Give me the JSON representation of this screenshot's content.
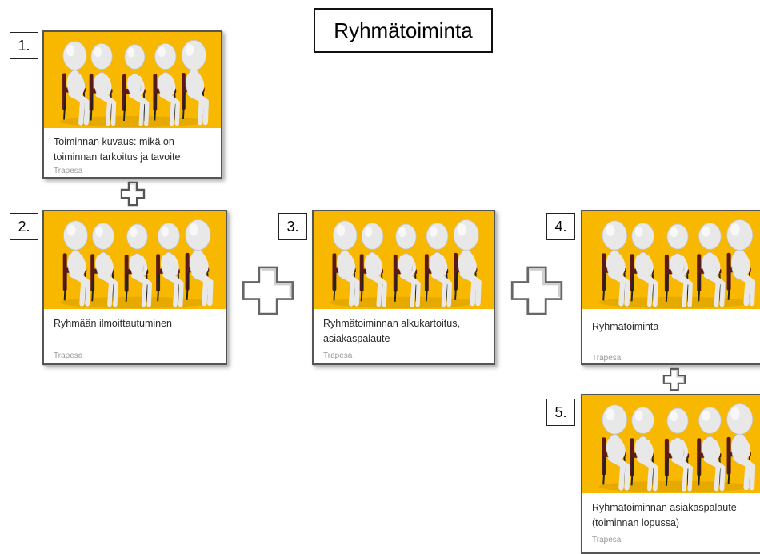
{
  "title": "Ryhmätoiminta",
  "cards": [
    {
      "number": "1.",
      "caption": "Toiminnan kuvaus: mikä on toiminnan tarkoitus ja tavoite",
      "source": "Trapesa"
    },
    {
      "number": "2.",
      "caption": "Ryhmään ilmoittautuminen",
      "source": "Trapesa"
    },
    {
      "number": "3.",
      "caption": "Ryhmätoiminnan alkukartoitus, asiakaspalaute",
      "source": "Trapesa"
    },
    {
      "number": "4.",
      "caption": "Ryhmätoiminta",
      "source": "Trapesa"
    },
    {
      "number": "5.",
      "caption": "Ryhmätoiminnan asiakaspalaute (toiminnan lopussa)",
      "source": "Trapesa"
    }
  ],
  "colors": {
    "image_background": "#f9b800",
    "figures": "#e8e8e8",
    "chairs": "#5a1a1a"
  },
  "icons": {
    "connector": "plus-icon",
    "card_image": "group-discussion-illustration"
  }
}
